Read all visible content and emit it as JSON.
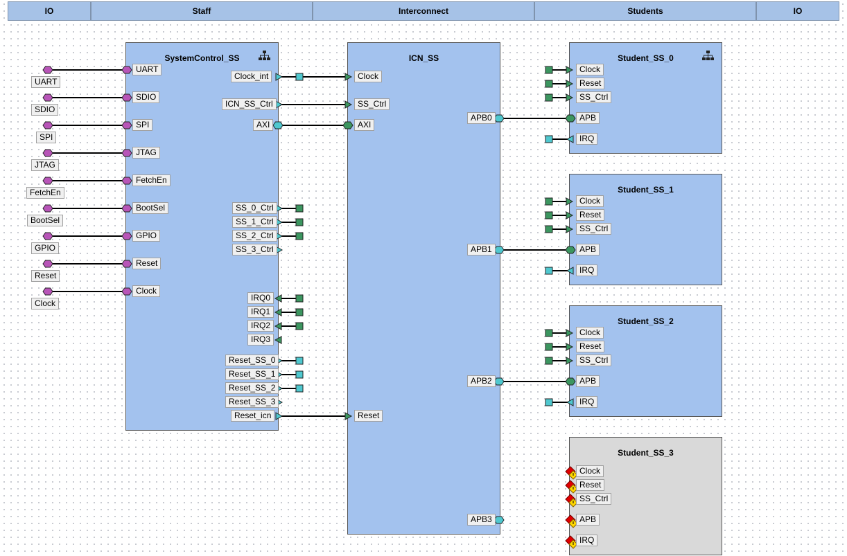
{
  "columns": [
    {
      "key": "io_left",
      "label": "IO"
    },
    {
      "key": "staff",
      "label": "Staff"
    },
    {
      "key": "interconnect",
      "label": "Interconnect"
    },
    {
      "key": "students",
      "label": "Students"
    },
    {
      "key": "io_right",
      "label": "IO"
    }
  ],
  "io_pins": [
    "UART",
    "SDIO",
    "SPI",
    "JTAG",
    "FetchEn",
    "BootSel",
    "GPIO",
    "Reset",
    "Clock"
  ],
  "system_control": {
    "title": "SystemControl_SS",
    "inputs": [
      "UART",
      "SDIO",
      "SPI",
      "JTAG",
      "FetchEn",
      "BootSel",
      "GPIO",
      "Reset",
      "Clock"
    ],
    "outputs": [
      "Clock_int",
      "ICN_SS_Ctrl",
      "AXI",
      "SS_0_Ctrl",
      "SS_1_Ctrl",
      "SS_2_Ctrl",
      "SS_3_Ctrl",
      "IRQ0",
      "IRQ1",
      "IRQ2",
      "IRQ3",
      "Reset_SS_0",
      "Reset_SS_1",
      "Reset_SS_2",
      "Reset_SS_3",
      "Reset_icn"
    ]
  },
  "icn": {
    "title": "ICN_SS",
    "inputs": [
      "Clock",
      "SS_Ctrl",
      "AXI",
      "Reset"
    ],
    "outputs": [
      "APB0",
      "APB1",
      "APB2",
      "APB3"
    ]
  },
  "students": [
    {
      "title": "Student_SS_0",
      "ports": [
        "Clock",
        "Reset",
        "SS_Ctrl",
        "APB",
        "IRQ"
      ],
      "status": "ok"
    },
    {
      "title": "Student_SS_1",
      "ports": [
        "Clock",
        "Reset",
        "SS_Ctrl",
        "APB",
        "IRQ"
      ],
      "status": "ok"
    },
    {
      "title": "Student_SS_2",
      "ports": [
        "Clock",
        "Reset",
        "SS_Ctrl",
        "APB",
        "IRQ"
      ],
      "status": "ok"
    },
    {
      "title": "Student_SS_3",
      "ports": [
        "Clock",
        "Reset",
        "SS_Ctrl",
        "APB",
        "IRQ"
      ],
      "status": "error"
    }
  ],
  "colors": {
    "header_bg": "#a6c2e7",
    "block_bg": "#a3c2ee",
    "disabled_block_bg": "#d9d9d9",
    "io_port": "#b855b8",
    "clock_reset_port": "#3c9660",
    "bus_port": "#4fc8cf",
    "error_port": "#e00000",
    "warning_mark": "#ffd800"
  },
  "icons": {
    "hierarchy": "hierarchy-icon",
    "warning": "warning-icon"
  }
}
